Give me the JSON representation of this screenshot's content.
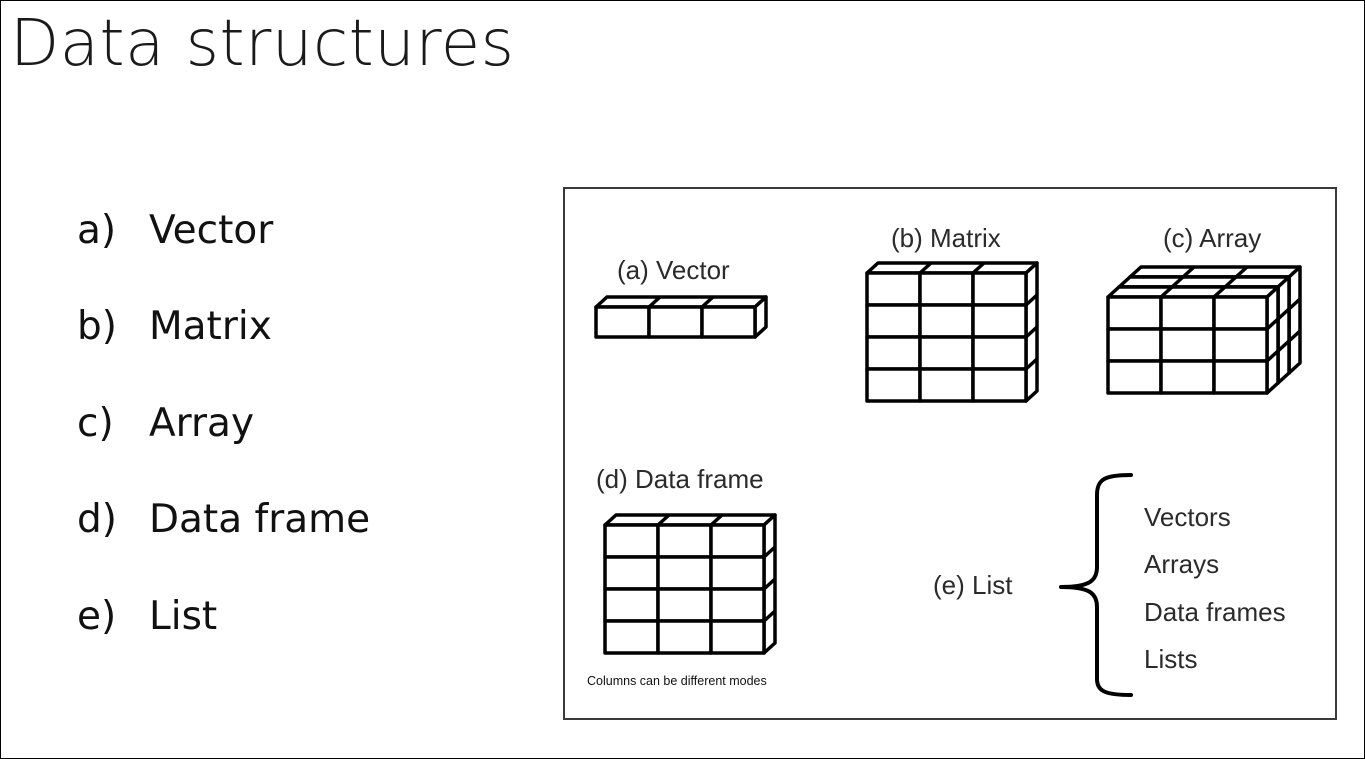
{
  "slide": {
    "title": "Data structures"
  },
  "bullets": [
    {
      "marker": "a)",
      "label": "Vector"
    },
    {
      "marker": "b)",
      "label": "Matrix"
    },
    {
      "marker": "c)",
      "label": "Array"
    },
    {
      "marker": "d)",
      "label": "Data frame"
    },
    {
      "marker": "e)",
      "label": "List"
    }
  ],
  "figure": {
    "vector_label": "(a) Vector",
    "matrix_label": "(b) Matrix",
    "array_label": "(c) Array",
    "dataframe_label": "(d) Data frame",
    "dataframe_caption": "Columns can be different modes",
    "list_label": "(e) List",
    "list_items": [
      "Vectors",
      "Arrays",
      "Data frames",
      "Lists"
    ],
    "vector": {
      "rows": 1,
      "cols": 3
    },
    "matrix": {
      "rows": 4,
      "cols": 3
    },
    "array": {
      "rows": 3,
      "cols": 3,
      "layers": 3
    },
    "dataframe": {
      "rows": 4,
      "cols": 3
    }
  },
  "colors": {
    "text": "#1a1a1a",
    "panel_border": "#3a3a3a",
    "grid_stroke": "#000000",
    "background": "#ffffff"
  }
}
